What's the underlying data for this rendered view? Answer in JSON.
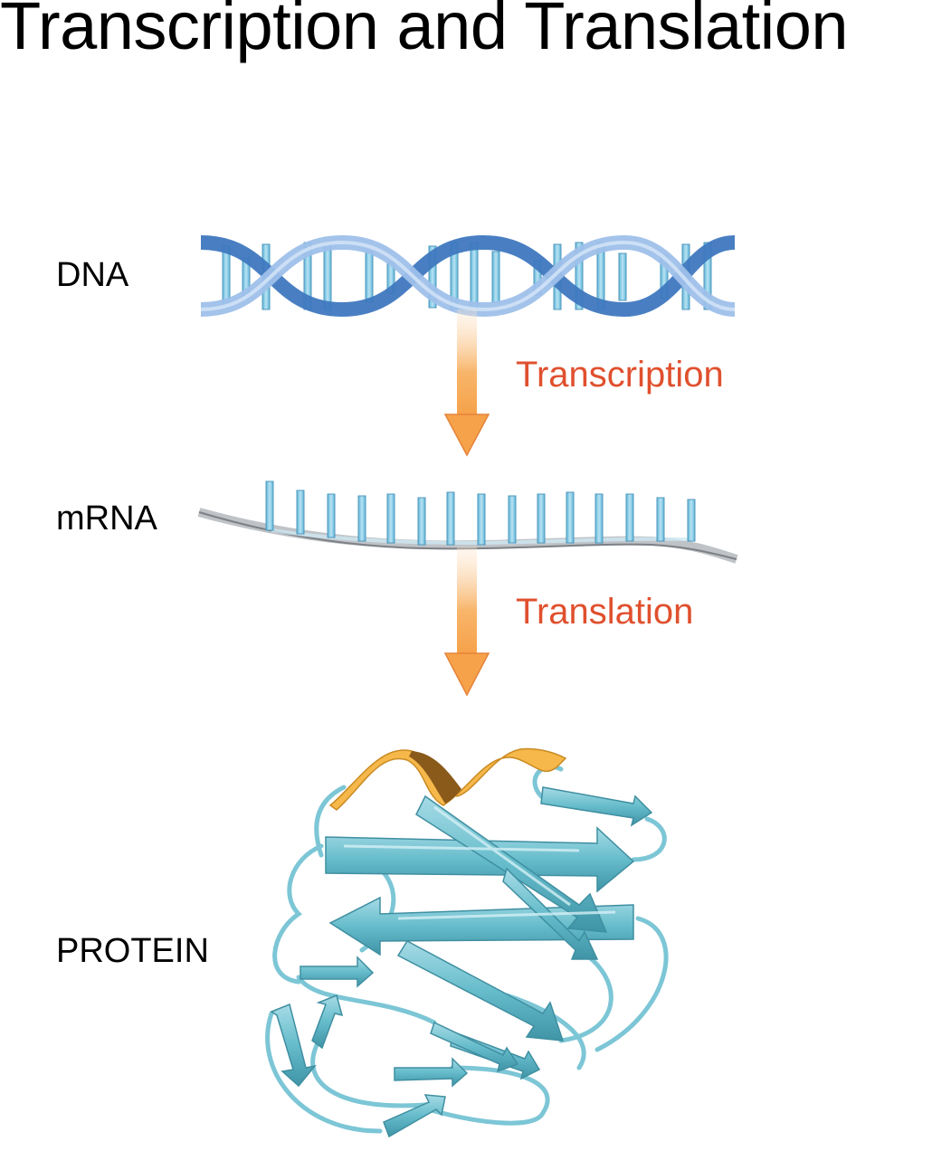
{
  "title": "Transcription and Translation",
  "labels": {
    "dna": "DNA",
    "mrna": "mRNA",
    "protein": "PROTEIN"
  },
  "steps": {
    "transcription": "Transcription",
    "translation": "Translation"
  },
  "colors": {
    "step_text": "#e0502e",
    "arrow": "#f6a84b",
    "dna_strand": "#4f86c6",
    "dna_strand_light": "#a9c6ea",
    "bases": "#7cc8e4",
    "protein": "#5fb8c8",
    "helix_accent": "#f4b23e"
  }
}
